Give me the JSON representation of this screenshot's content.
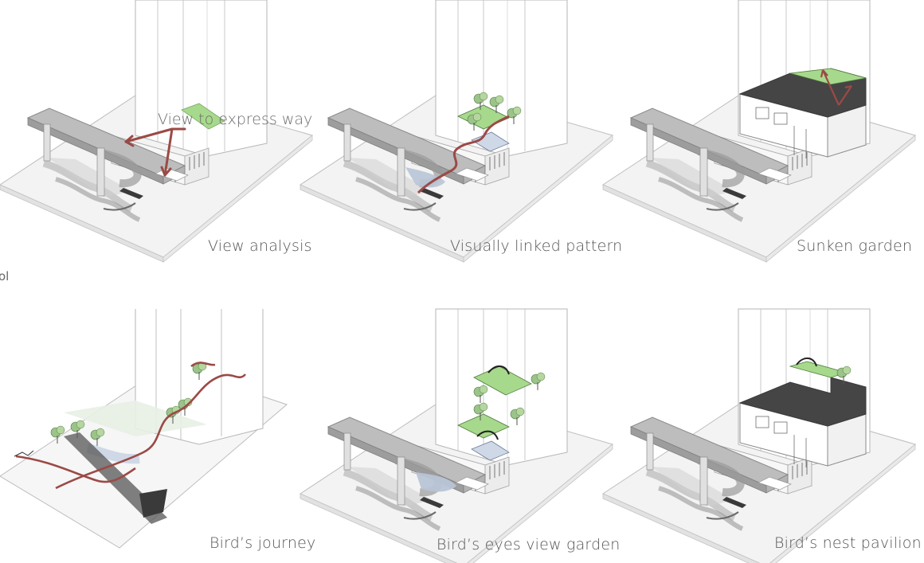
{
  "figure": {
    "panels": [
      {
        "id": "view-analysis",
        "label": "View analysis"
      },
      {
        "id": "visually-linked-pattern",
        "label": "Visually linked pattern"
      },
      {
        "id": "sunken-garden",
        "label": "Sunken garden"
      },
      {
        "id": "birds-journey",
        "label": "Bird’s journey"
      },
      {
        "id": "birds-eyes-view-garden",
        "label": "Bird’s eyes view garden"
      },
      {
        "id": "birds-nest-pavilion",
        "label": "Bird’s nest pavilion"
      }
    ],
    "annotation": "View to express way",
    "edge_fragment": "ol"
  },
  "colors": {
    "route": "#9b4a46",
    "green": "#a7d98c",
    "dark_roof": "#4a4a4a",
    "ground": "#f4f4f4",
    "line": "#8f8f8f"
  }
}
